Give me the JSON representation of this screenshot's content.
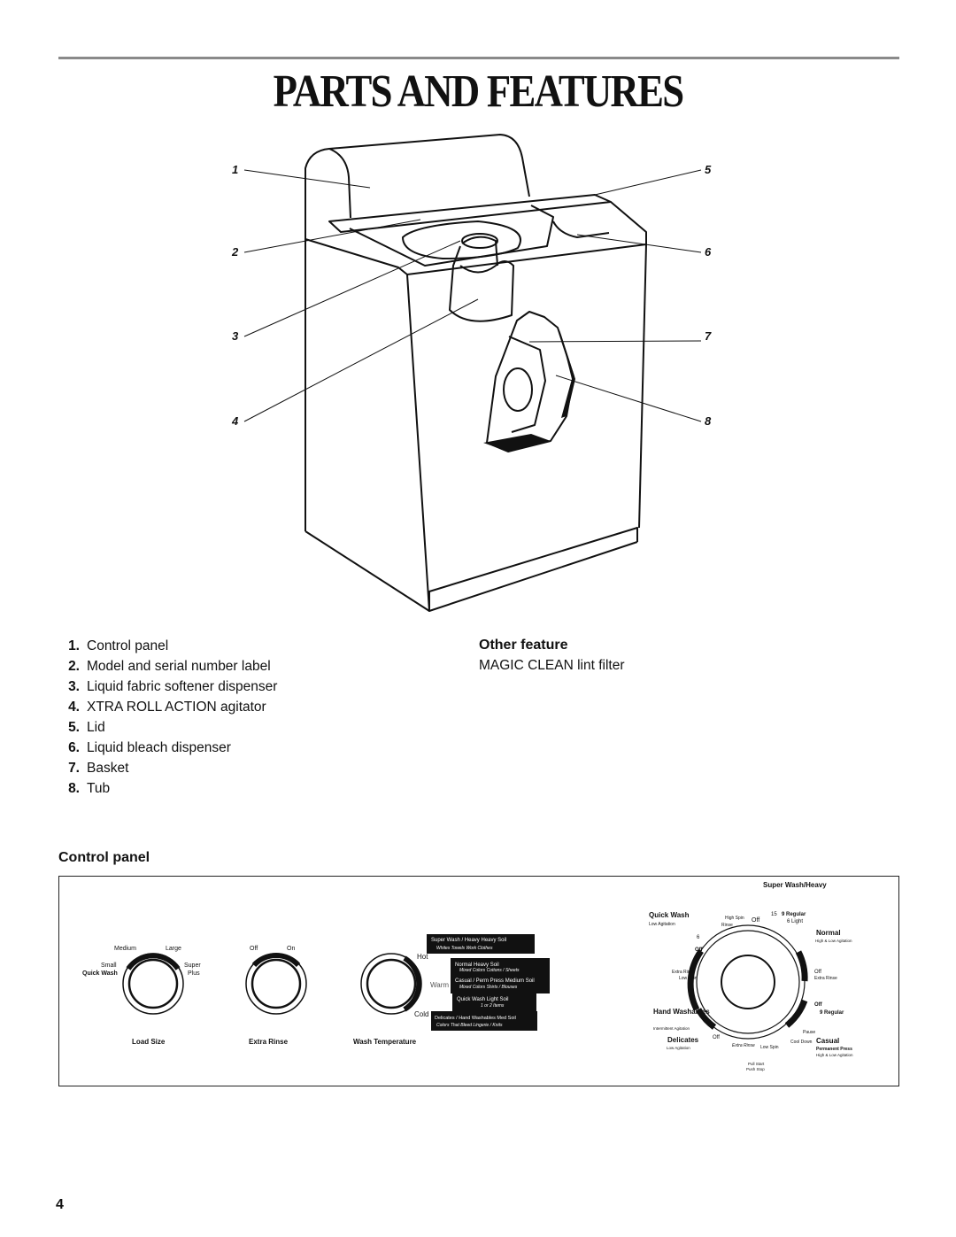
{
  "page": {
    "title": "PARTS AND FEATURES",
    "page_number": "4"
  },
  "diagram": {
    "callouts": [
      "1",
      "2",
      "3",
      "4",
      "5",
      "6",
      "7",
      "8"
    ]
  },
  "parts_list": [
    {
      "num": "1.",
      "label": "Control panel"
    },
    {
      "num": "2.",
      "label": "Model and serial number label"
    },
    {
      "num": "3.",
      "label": "Liquid fabric softener dispenser"
    },
    {
      "num": "4.",
      "label": "XTRA ROLL ACTION agitator"
    },
    {
      "num": "5.",
      "label": "Lid"
    },
    {
      "num": "6.",
      "label": "Liquid bleach dispenser"
    },
    {
      "num": "7.",
      "label": "Basket"
    },
    {
      "num": "8.",
      "label": "Tub"
    }
  ],
  "other_feature": {
    "heading": "Other feature",
    "text": "MAGIC CLEAN lint filter"
  },
  "control_panel": {
    "heading": "Control panel",
    "load_size": {
      "label": "Load Size",
      "medium": "Medium",
      "large": "Large",
      "small": "Small",
      "super": "Super",
      "quick_wash": "Quick Wash",
      "plus": "Plus"
    },
    "extra_rinse": {
      "label": "Extra Rinse",
      "off": "Off",
      "on": "On"
    },
    "wash_temp": {
      "label": "Wash Temperature",
      "hot": "Hot",
      "warm": "Warm",
      "cold": "Cold",
      "bands": [
        {
          "main": "Super Wash / Heavy",
          "soil": "Heavy Soil",
          "sub": "Whites  Towels  Work Clothes"
        },
        {
          "main": "Normal",
          "soil": "Heavy Soil",
          "sub": "Mixed Colors  Cottons / Sheets"
        },
        {
          "main": "Casual / Perm Press",
          "soil": "Medium Soil",
          "sub": "Mixed Colors  Shirts / Blouses"
        },
        {
          "main": "Quick Wash",
          "soil": "Light Soil",
          "sub": "1 or 2 Items"
        },
        {
          "main": "Delicates / Hand Washables",
          "soil": "Med Soil",
          "sub": "Colors That Bleed  Lingerie / Knits"
        }
      ]
    },
    "cycle": {
      "super_wash_heavy": "Super Wash/Heavy",
      "quick_wash": "Quick Wash",
      "low_agitation": "Low Agitation",
      "high_spin": "High Spin",
      "rinse": "Rinse",
      "off": "Off",
      "n15": "15",
      "n9_regular": "9 Regular",
      "n6_light": "6 Light",
      "normal": "Normal",
      "high_low_agitation": "High & Low Agitation",
      "n6": "6",
      "extra_rinse": "Extra Rinse",
      "low_spin": "Low Spin",
      "hand_washables": "Hand Washables",
      "intermittent_agitation": "Intermittent Agitation",
      "delicates": "Delicates",
      "n9": "9",
      "extra_rinse_b": "Extra Rinse",
      "low_spin_b": "Low Spin",
      "cool_down": "Cool Down",
      "pause": "Pause",
      "casual": "Casual",
      "permanent_press": "Permanent Press",
      "pull_start": "Pull Start",
      "push_stop": "Push Stop"
    }
  }
}
